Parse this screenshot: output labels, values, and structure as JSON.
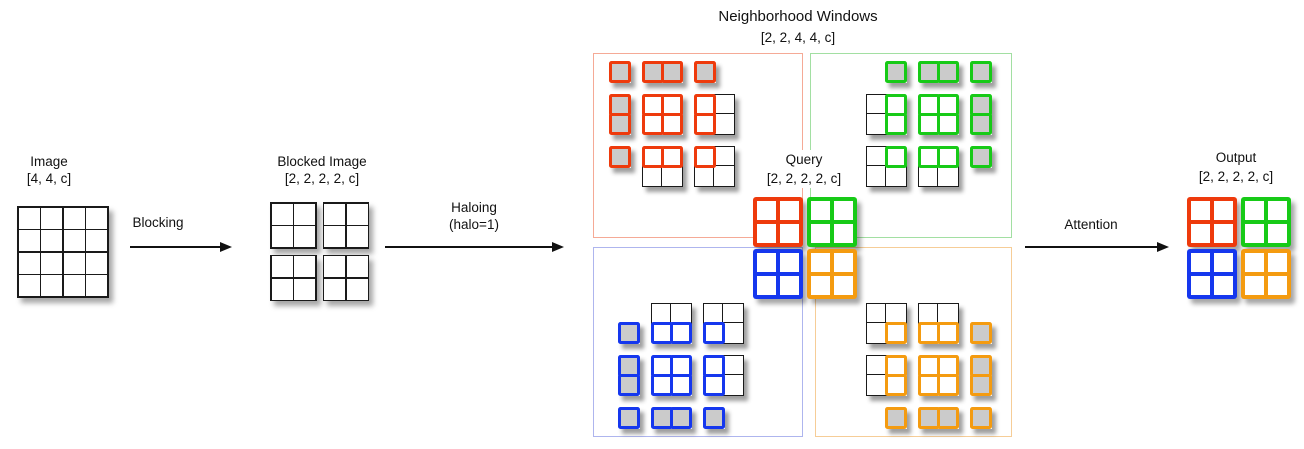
{
  "labels": {
    "image_title": "Image",
    "image_shape": "[4, 4, c]",
    "blocking_arrow": "Blocking",
    "blocked_title": "Blocked Image",
    "blocked_shape": "[2, 2, 2, 2, c]",
    "haloing_arrow_line1": "Haloing",
    "haloing_arrow_line2": "(halo=1)",
    "windows_title": "Neighborhood Windows",
    "windows_shape": "[2, 2, 4, 4, c]",
    "query_title": "Query",
    "query_shape": "[2, 2, 2, 2, c]",
    "attention_arrow": "Attention",
    "output_title": "Output",
    "output_shape": "[2, 2, 2, 2, c]"
  },
  "colors": {
    "red": "#ee3a0c",
    "green": "#17ca17",
    "blue": "#1537ee",
    "orange": "#f49b10",
    "box_red": "#f5aa96",
    "box_green": "#a2dfa2",
    "box_blue": "#aeb5ee",
    "box_orange": "#f6cd97",
    "halo_fill": "#cbcbcb",
    "grid_line": "#1a1a1a",
    "cell_fill": "#ffffff",
    "text": "#111111"
  },
  "image_grid": {
    "rows": 4,
    "cols": 4
  },
  "blocked_image": {
    "block_grid_rows": 2,
    "block_grid_cols": 2,
    "block_rows": 2,
    "block_cols": 2
  },
  "query_grids": [
    "red",
    "green",
    "blue",
    "orange"
  ],
  "output_grids": [
    "red",
    "green",
    "blue",
    "orange"
  ],
  "windows": [
    {
      "name": "top-left",
      "color": "red",
      "box_color": "box_red",
      "col_slots": [
        1,
        2,
        2
      ],
      "row_slots": [
        1,
        2,
        2
      ],
      "groups": [
        {
          "r": 0,
          "c": 0,
          "rows": 1,
          "cols": 1,
          "cells": [
            "H"
          ],
          "align": "tl"
        },
        {
          "r": 0,
          "c": 1,
          "rows": 1,
          "cols": 2,
          "cells": [
            "H",
            "H"
          ],
          "align": "tl"
        },
        {
          "r": 0,
          "c": 2,
          "rows": 1,
          "cols": 1,
          "cells": [
            "H"
          ],
          "align": "tl"
        },
        {
          "r": 1,
          "c": 0,
          "rows": 2,
          "cols": 1,
          "cells": [
            "H",
            "H"
          ],
          "align": "tl"
        },
        {
          "r": 1,
          "c": 1,
          "rows": 2,
          "cols": 2,
          "cells": [
            "W",
            "W",
            "W",
            "W"
          ],
          "align": "tl"
        },
        {
          "r": 1,
          "c": 2,
          "rows": 2,
          "cols": 2,
          "cells": [
            "W",
            "O",
            "W",
            "O"
          ],
          "align": "tl"
        },
        {
          "r": 2,
          "c": 0,
          "rows": 1,
          "cols": 1,
          "cells": [
            "H"
          ],
          "align": "tl"
        },
        {
          "r": 2,
          "c": 1,
          "rows": 2,
          "cols": 2,
          "cells": [
            "W",
            "W",
            "O",
            "O"
          ],
          "align": "tl"
        },
        {
          "r": 2,
          "c": 2,
          "rows": 2,
          "cols": 2,
          "cells": [
            "W",
            "O",
            "O",
            "O"
          ],
          "align": "tl"
        }
      ]
    },
    {
      "name": "top-right",
      "color": "green",
      "box_color": "box_green",
      "col_slots": [
        2,
        2,
        1
      ],
      "row_slots": [
        1,
        2,
        2
      ],
      "groups": [
        {
          "r": 0,
          "c": 0,
          "rows": 1,
          "cols": 1,
          "cells": [
            "H"
          ],
          "align": "tr"
        },
        {
          "r": 0,
          "c": 1,
          "rows": 1,
          "cols": 2,
          "cells": [
            "H",
            "H"
          ],
          "align": "tl"
        },
        {
          "r": 0,
          "c": 2,
          "rows": 1,
          "cols": 1,
          "cells": [
            "H"
          ],
          "align": "tl"
        },
        {
          "r": 1,
          "c": 0,
          "rows": 2,
          "cols": 2,
          "cells": [
            "O",
            "W",
            "O",
            "W"
          ],
          "align": "tl"
        },
        {
          "r": 1,
          "c": 1,
          "rows": 2,
          "cols": 2,
          "cells": [
            "W",
            "W",
            "W",
            "W"
          ],
          "align": "tl"
        },
        {
          "r": 1,
          "c": 2,
          "rows": 2,
          "cols": 1,
          "cells": [
            "H",
            "H"
          ],
          "align": "tl"
        },
        {
          "r": 2,
          "c": 0,
          "rows": 2,
          "cols": 2,
          "cells": [
            "O",
            "W",
            "O",
            "O"
          ],
          "align": "tl"
        },
        {
          "r": 2,
          "c": 1,
          "rows": 2,
          "cols": 2,
          "cells": [
            "W",
            "W",
            "O",
            "O"
          ],
          "align": "tl"
        },
        {
          "r": 2,
          "c": 2,
          "rows": 1,
          "cols": 1,
          "cells": [
            "H"
          ],
          "align": "tl"
        }
      ]
    },
    {
      "name": "bottom-left",
      "color": "blue",
      "box_color": "box_blue",
      "col_slots": [
        1,
        2,
        2
      ],
      "row_slots": [
        2,
        2,
        1
      ],
      "groups": [
        {
          "r": 0,
          "c": 0,
          "rows": 1,
          "cols": 1,
          "cells": [
            "H"
          ],
          "align": "bl"
        },
        {
          "r": 0,
          "c": 1,
          "rows": 2,
          "cols": 2,
          "cells": [
            "O",
            "O",
            "W",
            "W"
          ],
          "align": "tl"
        },
        {
          "r": 0,
          "c": 2,
          "rows": 2,
          "cols": 2,
          "cells": [
            "O",
            "O",
            "W",
            "O"
          ],
          "align": "tl"
        },
        {
          "r": 1,
          "c": 0,
          "rows": 2,
          "cols": 1,
          "cells": [
            "H",
            "H"
          ],
          "align": "tl"
        },
        {
          "r": 1,
          "c": 1,
          "rows": 2,
          "cols": 2,
          "cells": [
            "W",
            "W",
            "W",
            "W"
          ],
          "align": "tl"
        },
        {
          "r": 1,
          "c": 2,
          "rows": 2,
          "cols": 2,
          "cells": [
            "W",
            "O",
            "W",
            "O"
          ],
          "align": "tl"
        },
        {
          "r": 2,
          "c": 0,
          "rows": 1,
          "cols": 1,
          "cells": [
            "H"
          ],
          "align": "tl"
        },
        {
          "r": 2,
          "c": 1,
          "rows": 1,
          "cols": 2,
          "cells": [
            "H",
            "H"
          ],
          "align": "tl"
        },
        {
          "r": 2,
          "c": 2,
          "rows": 1,
          "cols": 1,
          "cells": [
            "H"
          ],
          "align": "tl"
        }
      ]
    },
    {
      "name": "bottom-right",
      "color": "orange",
      "box_color": "box_orange",
      "col_slots": [
        2,
        2,
        1
      ],
      "row_slots": [
        2,
        2,
        1
      ],
      "groups": [
        {
          "r": 0,
          "c": 0,
          "rows": 2,
          "cols": 2,
          "cells": [
            "O",
            "O",
            "O",
            "W"
          ],
          "align": "tl"
        },
        {
          "r": 0,
          "c": 1,
          "rows": 2,
          "cols": 2,
          "cells": [
            "O",
            "O",
            "W",
            "W"
          ],
          "align": "tl"
        },
        {
          "r": 0,
          "c": 2,
          "rows": 1,
          "cols": 1,
          "cells": [
            "H"
          ],
          "align": "bl"
        },
        {
          "r": 1,
          "c": 0,
          "rows": 2,
          "cols": 2,
          "cells": [
            "O",
            "W",
            "O",
            "W"
          ],
          "align": "tl"
        },
        {
          "r": 1,
          "c": 1,
          "rows": 2,
          "cols": 2,
          "cells": [
            "W",
            "W",
            "W",
            "W"
          ],
          "align": "tl"
        },
        {
          "r": 1,
          "c": 2,
          "rows": 2,
          "cols": 1,
          "cells": [
            "H",
            "H"
          ],
          "align": "tl"
        },
        {
          "r": 2,
          "c": 0,
          "rows": 1,
          "cols": 1,
          "cells": [
            "H"
          ],
          "align": "tr"
        },
        {
          "r": 2,
          "c": 1,
          "rows": 1,
          "cols": 2,
          "cells": [
            "H",
            "H"
          ],
          "align": "tl"
        },
        {
          "r": 2,
          "c": 2,
          "rows": 1,
          "cols": 1,
          "cells": [
            "H"
          ],
          "align": "tl"
        }
      ]
    }
  ]
}
